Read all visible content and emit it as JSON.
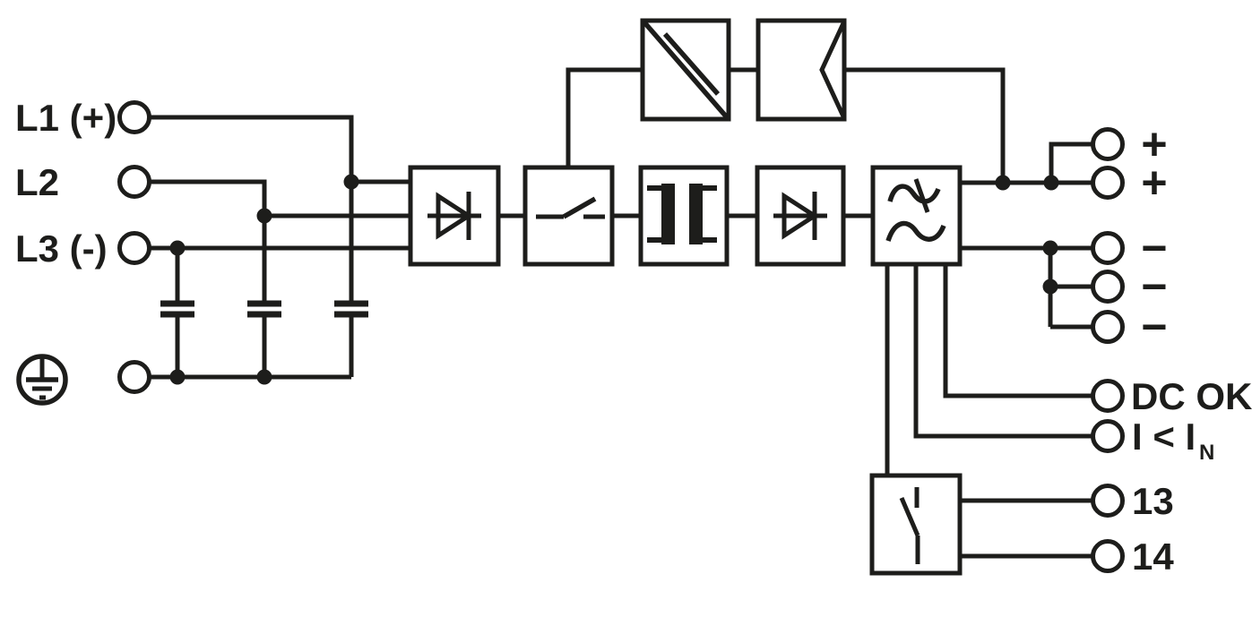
{
  "colors": {
    "background": "#ffffff",
    "stroke": "#1d1d1b"
  },
  "terminals": {
    "inputs": [
      {
        "label": "L1 (+)"
      },
      {
        "label": "L2"
      },
      {
        "label": "L3 (-)"
      }
    ],
    "outputs_positive": [
      {
        "label": "+"
      },
      {
        "label": "+"
      }
    ],
    "outputs_negative": [
      {
        "label": "−"
      },
      {
        "label": "−"
      },
      {
        "label": "−"
      }
    ],
    "dc_ok": {
      "label": "DC OK"
    },
    "current_signal": {
      "label_base": "I < I",
      "label_sub": "N"
    },
    "relay": [
      {
        "label": "13"
      },
      {
        "label": "14"
      }
    ]
  }
}
